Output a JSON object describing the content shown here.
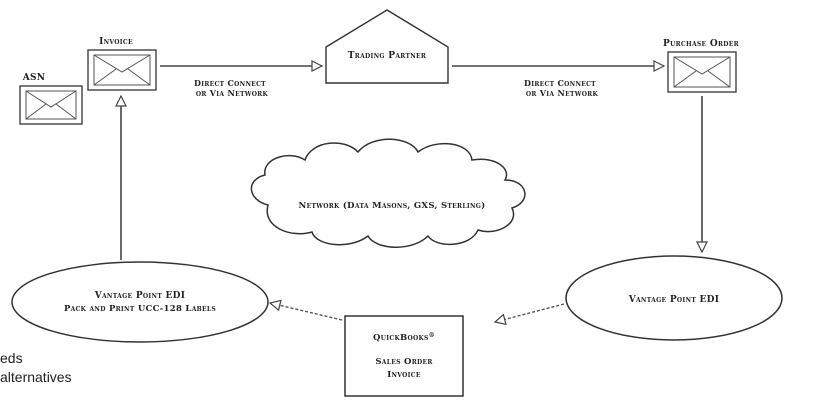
{
  "nodes": {
    "invoice": "Invoice",
    "asn": "ASN",
    "trading_partner": "Trading Partner",
    "purchase_order": "Purchase Order",
    "network_cloud": "Network (Data Masons, GXS, Sterling)",
    "vantage_right": "Vantage Point EDI",
    "vantage_left_line1": "Vantage Point EDI",
    "vantage_left_line2": "Pack and Print UCC-128 Labels",
    "quickbooks_title": "QuickBooks",
    "quickbooks_sup": "®",
    "quickbooks_line2": "Sales Order",
    "quickbooks_line3": "Invoice"
  },
  "edges": {
    "left_conn_line1": "Direct Connect",
    "left_conn_line2": "or Via Network",
    "right_conn_line1": "Direct Connect",
    "right_conn_line2": "or Via Network"
  },
  "fragments": {
    "line1": "eds",
    "line2": "alternatives"
  }
}
